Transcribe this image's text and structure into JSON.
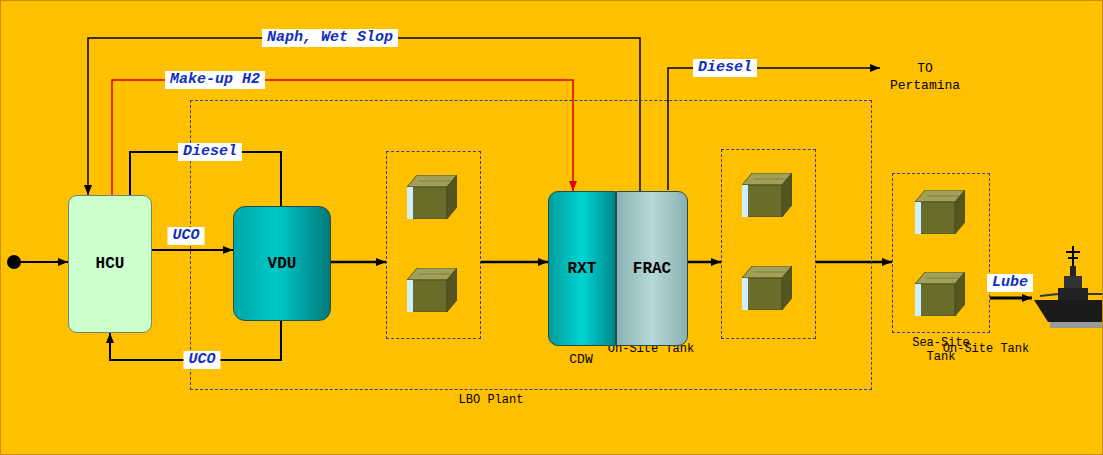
{
  "diagram": {
    "nodes": [
      {
        "text": [
          "HCU"
        ]
      },
      {
        "text": [
          "LBO Plant"
        ]
      },
      {
        "text": [
          "VDU"
        ],
        "in": 1
      },
      {
        "text": [
          "On-Site Tank"
        ],
        "in": 1
      },
      {
        "text": [
          "RXT"
        ],
        "in": 1
      },
      {
        "text": [
          "FRAC"
        ],
        "in": 1
      },
      {
        "text": [
          "On-Site Tank"
        ],
        "in": 1
      },
      {
        "text": [
          "Sea-Site Tank"
        ]
      }
    ],
    "edges": [
      {
        "from": 0,
        "to": 2,
        "label": "UCO",
        "arrow": "to"
      },
      {
        "from": 2,
        "to": 0,
        "label": "UCO",
        "arrow": "to"
      },
      {
        "from": 0,
        "to": 2,
        "label": "Diesel",
        "arrow": "none"
      },
      {
        "from": 2,
        "to": 3,
        "arrow": "to"
      },
      {
        "from": 3,
        "to": 4,
        "arrow": "to"
      },
      {
        "from": 5,
        "to": 6,
        "arrow": "to"
      },
      {
        "from": 6,
        "to": 7,
        "arrow": "to"
      },
      {
        "from": 5,
        "to": 0,
        "label": "Naph, Wet Slop",
        "arrow": "to"
      },
      {
        "from": 0,
        "to": 4,
        "label": "Make-up H2",
        "arrow": "to"
      }
    ],
    "labels": [
      "Diesel",
      "TO Pertamina",
      "CDW",
      "Lube"
    ]
  }
}
